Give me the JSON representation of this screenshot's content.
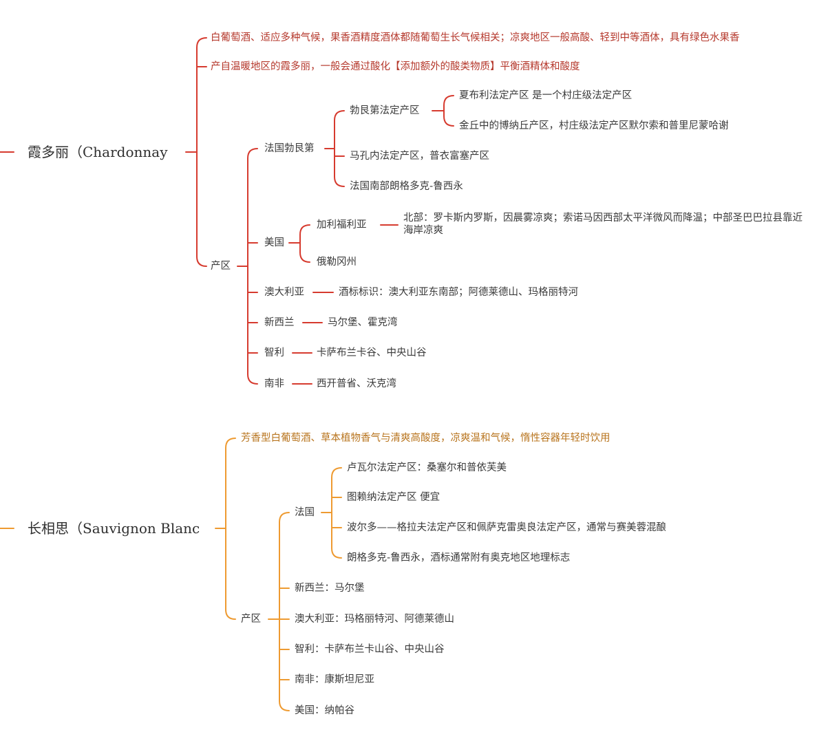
{
  "chardonnay": {
    "root": "霞多丽（Chardonnay",
    "note_climate": "白葡萄酒、适应多种气候，果香酒精度酒体都随葡萄生长气候相关；凉爽地区一般高酸、轻到中等酒体，具有绿色水果香",
    "note_warm": "产自温暖地区的霞多丽，一般会通过酸化【添加额外的酸类物质】平衡酒精体和酸度",
    "regions_label": "产区",
    "burgundy": {
      "label": "法国勃艮第",
      "aoc": "勃艮第法定产区",
      "chablis": "夏布利法定产区 是一个村庄级法定产区",
      "cote_dor": "金丘中的博纳丘产区，村庄级法定产区默尔索和普里尼蒙哈谢",
      "maconnais": "马孔内法定产区，普衣富塞产区",
      "languedoc": "法国南部朗格多克-鲁西永"
    },
    "usa": {
      "label": "美国",
      "california": "加利福利亚",
      "california_note": "北部：罗卡斯内罗斯，因晨雾凉爽；索诺马因西部太平洋微风而降温；中部圣巴巴拉县靠近海岸凉爽",
      "oregon": "俄勒冈州"
    },
    "australia": {
      "label": "澳大利亚",
      "note": "酒标标识：澳大利亚东南部；阿德莱德山、玛格丽特河"
    },
    "new_zealand": {
      "label": "新西兰",
      "note": "马尔堡、霍克湾"
    },
    "chile": {
      "label": "智利",
      "note": "卡萨布兰卡谷、中央山谷"
    },
    "south_africa": {
      "label": "南非",
      "note": "西开普省、沃克湾"
    }
  },
  "sauvignon": {
    "root": "长相思（Sauvignon Blanc",
    "note_style": "芳香型白葡萄酒、草本植物香气与清爽高酸度，凉爽温和气候，惰性容器年轻时饮用",
    "regions_label": "产区",
    "france": {
      "label": "法国",
      "loire": "卢瓦尔法定产区：桑塞尔和普依芙美",
      "touraine": "图赖纳法定产区 便宜",
      "bordeaux": "波尔多——格拉夫法定产区和佩萨克雷奥良法定产区，通常与赛美蓉混酿",
      "languedoc": "朗格多克-鲁西永，酒标通常附有奥克地区地理标志"
    },
    "new_zealand": "新西兰：马尔堡",
    "australia": "澳大利亚：玛格丽特河、阿德莱德山",
    "chile": "智利：卡萨布兰卡山谷、中央山谷",
    "south_africa": "南非：康斯坦尼亚",
    "usa": "美国：纳帕谷"
  },
  "colors": {
    "chardonnay_branch": "#d63a2e",
    "chardonnay_text": "#b5382c",
    "sauvignon_branch": "#ee9a30",
    "sauvignon_text": "#b8741e"
  }
}
